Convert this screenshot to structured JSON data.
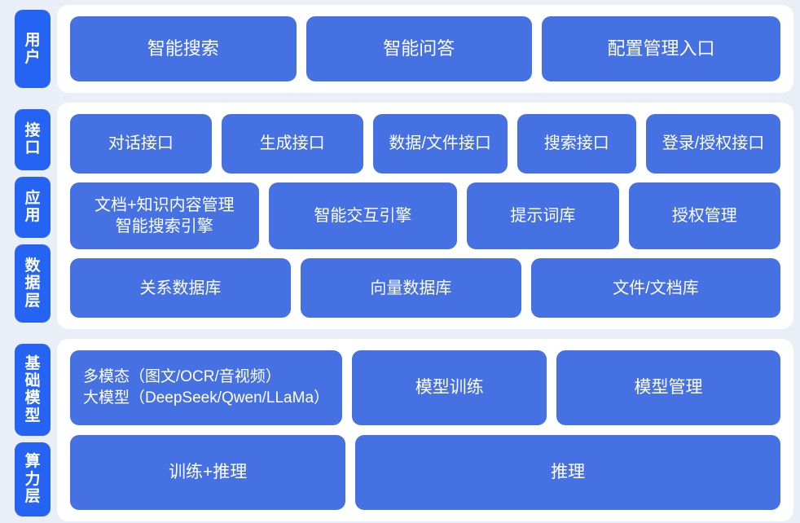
{
  "background_color": "#e9eef7",
  "panel_color": "#ffffff",
  "chip_color": "#2563f2",
  "card_color": "#4571e3",
  "text_color": "#ffffff",
  "sections": [
    {
      "id": "user",
      "chips": [
        {
          "label": "用户"
        }
      ],
      "rows": [
        {
          "id": "user-entries",
          "cards": [
            {
              "label": "智能搜索",
              "flex": 1
            },
            {
              "label": "智能问答",
              "flex": 1
            },
            {
              "label": "配置管理入口",
              "flex": 1.06
            }
          ]
        }
      ]
    },
    {
      "id": "mid",
      "chips": [
        {
          "label": "接口"
        },
        {
          "label": "应用"
        },
        {
          "label": "数据层"
        }
      ],
      "rows": [
        {
          "id": "interface",
          "cards": [
            {
              "label": "对话接口",
              "flex": 1.06
            },
            {
              "label": "生成接口",
              "flex": 1.06
            },
            {
              "label": "数据/文件接口",
              "flex": 1.0
            },
            {
              "label": "搜索接口",
              "flex": 0.87
            },
            {
              "label": "登录/授权接口",
              "flex": 1.0
            }
          ]
        },
        {
          "id": "application",
          "cards": [
            {
              "label": "文档+知识内容管理\n智能搜索引擎",
              "flex": 1.17,
              "multiline": true
            },
            {
              "label": "智能交互引擎",
              "flex": 1.17
            },
            {
              "label": "提示词库",
              "flex": 0.92
            },
            {
              "label": "授权管理",
              "flex": 0.92
            }
          ]
        },
        {
          "id": "data",
          "cards": [
            {
              "label": "关系数据库",
              "flex": 1.0
            },
            {
              "label": "向量数据库",
              "flex": 1.0
            },
            {
              "label": "文件/文档库",
              "flex": 1.14
            }
          ]
        }
      ]
    },
    {
      "id": "base",
      "chips": [
        {
          "label": "基础模型"
        },
        {
          "label": "算力层"
        }
      ],
      "rows": [
        {
          "id": "models",
          "cards": [
            {
              "label": "多模态（图文/OCR/音视频）\n大模型（DeepSeek/Qwen/LLaMa）",
              "flex": 1.27,
              "model": true
            },
            {
              "label": "模型训练",
              "flex": 0.9
            },
            {
              "label": "模型管理",
              "flex": 1.05
            }
          ]
        },
        {
          "id": "compute",
          "cards": [
            {
              "label": "训练+推理",
              "flex": 0.92
            },
            {
              "label": "推理",
              "flex": 1.45
            }
          ]
        }
      ]
    }
  ]
}
